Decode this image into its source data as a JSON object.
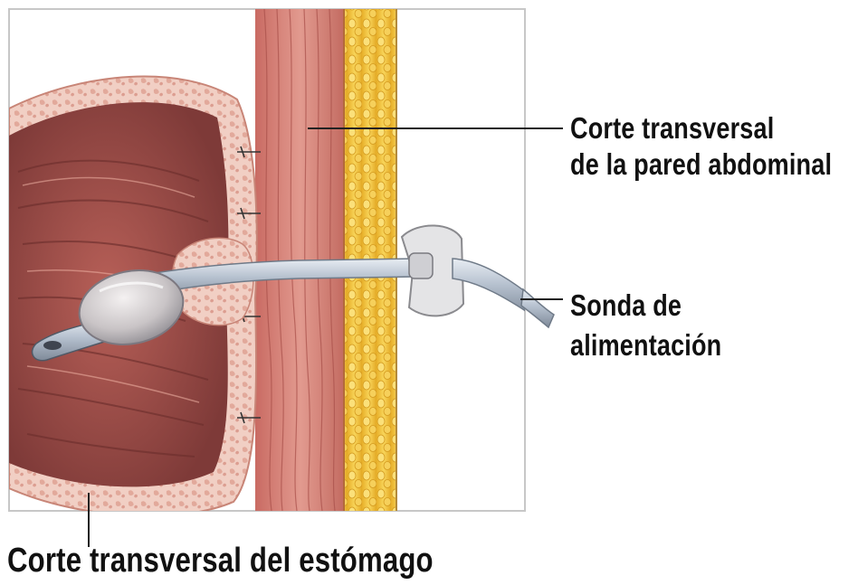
{
  "labels": {
    "abdominal_wall_line1": "Corte transversal",
    "abdominal_wall_line2": "de la pared abdominal",
    "tube_line1": "Sonda de",
    "tube_line2": "alimentación",
    "stomach": "Corte transversal del estómago"
  },
  "colors": {
    "muscle": "#d9837a",
    "muscle_dark": "#b85f56",
    "fat": "#f2c23c",
    "stomach_lining": "#f0c4b8",
    "stomach_interior": "#a8504c",
    "tube": "#b9c4d2",
    "frame": "#bdbdbd"
  }
}
